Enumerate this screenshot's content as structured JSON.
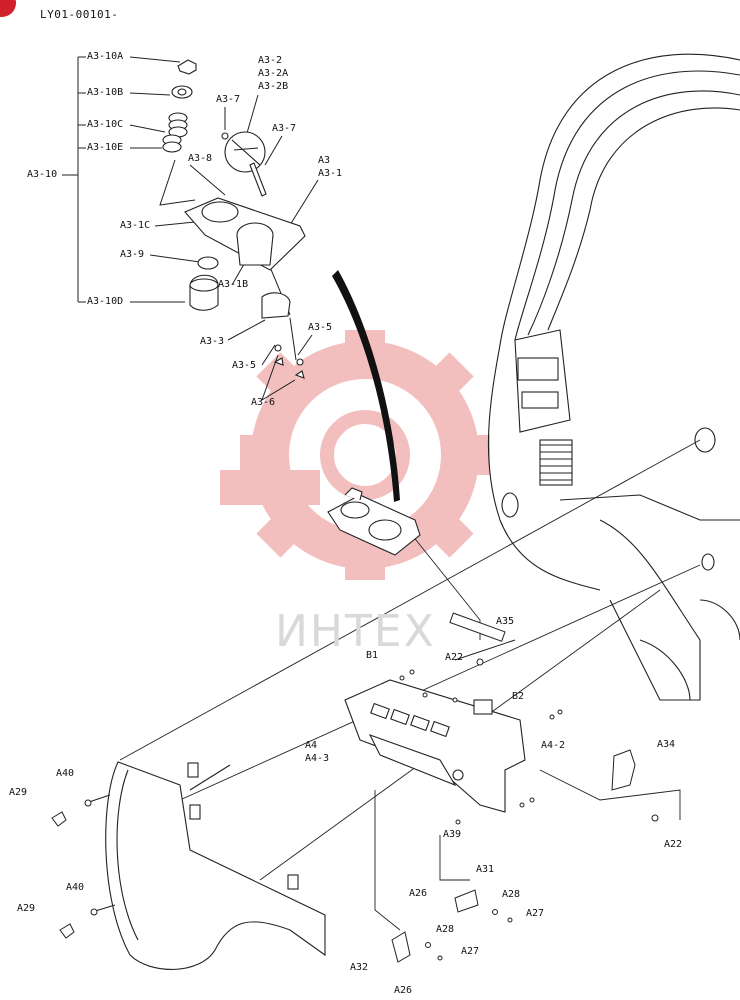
{
  "header": {
    "doc_code": "LY01-00101-"
  },
  "watermark": {
    "text": "ИНТЕХ",
    "color": "#e88a8a"
  },
  "colors": {
    "ink": "#111111",
    "corner_badge": "#d0202a"
  },
  "callouts": {
    "a3_10a": "A3-10A",
    "a3_10b": "A3-10B",
    "a3_10c": "A3-10C",
    "a3_10e": "A3-10E",
    "a3_10": "A3-10",
    "a3_10d": "A3-10D",
    "a3_8": "A3-8",
    "a3_7_left": "A3-7",
    "a3_2": "A3-2",
    "a3_2a": "A3-2A",
    "a3_2b": "A3-2B",
    "a3_7_right": "A3-7",
    "a3": "A3",
    "a3_1": "A3-1",
    "a3_1c": "A3-1C",
    "a3_9": "A3-9",
    "a3_1b": "A3-1B",
    "a3_3": "A3-3",
    "a3_5_right": "A3-5",
    "a3_5_left": "A3-5",
    "a3_6": "A3-6",
    "a35": "A35",
    "a22_top": "A22",
    "b1": "B1",
    "b2": "B2",
    "a4": "A4",
    "a4_3": "A4-3",
    "a4_2": "A4-2",
    "a34": "A34",
    "a22_right": "A22",
    "a40_top": "A40",
    "a29_top": "A29",
    "a39": "A39",
    "a40_bottom": "A40",
    "a29_bottom": "A29",
    "a31": "A31",
    "a26_right": "A26",
    "a28_right": "A28",
    "a27_right": "A27",
    "a28_bottom": "A28",
    "a27_bottom": "A27",
    "a32": "A32",
    "a26_bottom": "A26"
  }
}
